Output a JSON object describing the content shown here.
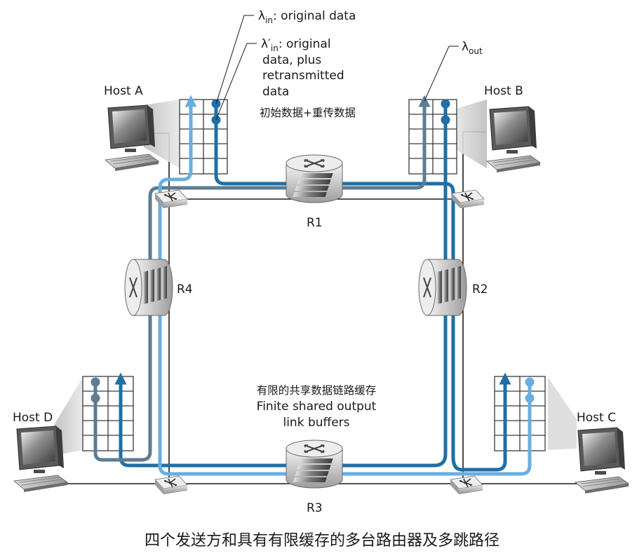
{
  "hosts": {
    "a": "Host A",
    "b": "Host B",
    "c": "Host C",
    "d": "Host D"
  },
  "routers": {
    "r1": "R1",
    "r2": "R2",
    "r3": "R3",
    "r4": "R4"
  },
  "annotations": {
    "lambda_in": {
      "symbol": "λ",
      "sub": "in",
      "text": ": original data"
    },
    "lambda_in_prime": {
      "symbol": "λ′",
      "sub": "in",
      "line1": ": original",
      "line2": "data, plus",
      "line3": "retransmitted",
      "line4": "data",
      "chinese": "初始数据+重传数据"
    },
    "lambda_out": {
      "symbol": "λ",
      "sub": "out"
    },
    "buffers": {
      "chinese": "有限的共享数据链路缓存",
      "line1": "Finite shared output",
      "line2": "link buffers"
    }
  },
  "caption": "四个发送方和具有有限缓存的多台路由器及多跳路径",
  "colors": {
    "flow_dark": "#1f6fa5",
    "flow_light": "#6aaee0",
    "flow_gray": "#5c7d92",
    "link": "#1a1a1a",
    "screen": "#555555"
  }
}
